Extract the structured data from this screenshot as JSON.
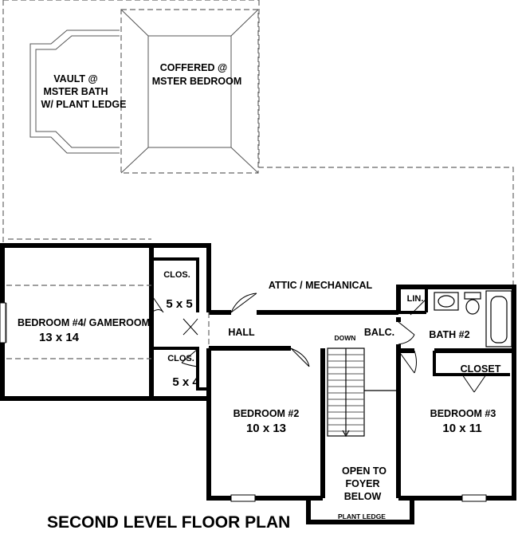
{
  "title": "SECOND LEVEL FLOOR PLAN",
  "rooms": {
    "vault": [
      "VAULT @",
      "MSTER BATH",
      "W/ PLANT LEDGE"
    ],
    "coffered": [
      "COFFERED @",
      "MSTER BEDROOM"
    ],
    "attic": "ATTIC / MECHANICAL",
    "bedroom4_name": "BEDROOM #4/ GAMEROOM",
    "bedroom4_size": "13 x 14",
    "clos_top_name": "CLOS.",
    "clos_top_size": "5 x 5",
    "clos_bot_name": "CLOS.",
    "clos_bot_size": "5 x 4",
    "hall": "HALL",
    "down": "DOWN",
    "balc": "BALC.",
    "lin": "LIN.",
    "bath2": "BATH #2",
    "closet": "CLOSET",
    "bedroom2_name": "BEDROOM #2",
    "bedroom2_size": "10 x 13",
    "bedroom3_name": "BEDROOM #3",
    "bedroom3_size": "10 x 11",
    "open_foyer": [
      "OPEN TO",
      "FOYER",
      "BELOW"
    ],
    "plant_ledge": "PLANT LEDGE"
  }
}
